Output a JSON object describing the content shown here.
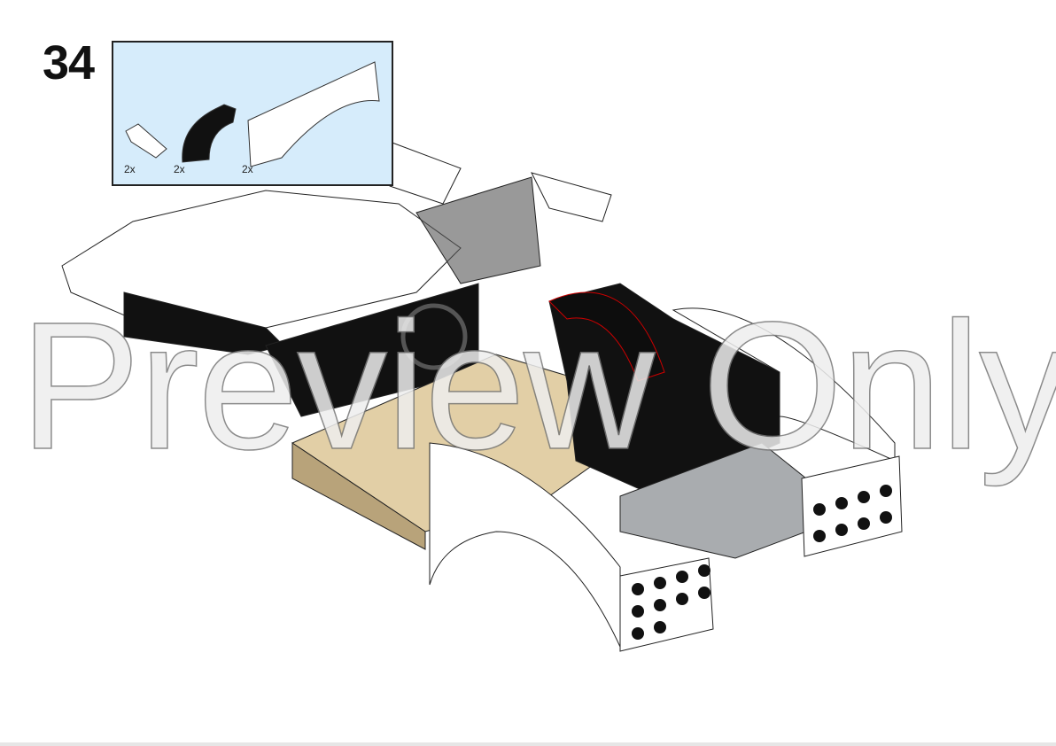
{
  "step": {
    "number": "34"
  },
  "parts_list": {
    "background_color": "#d6ecfb",
    "items": [
      {
        "part": "white-curved-slope-1x2",
        "color": "#ffffff",
        "quantity": "2x"
      },
      {
        "part": "black-curved-arch-brick",
        "color": "#111111",
        "quantity": "2x"
      },
      {
        "part": "white-arch-1x8",
        "color": "#ffffff",
        "quantity": "2x"
      }
    ]
  },
  "watermark": {
    "text": "Preview Only"
  }
}
